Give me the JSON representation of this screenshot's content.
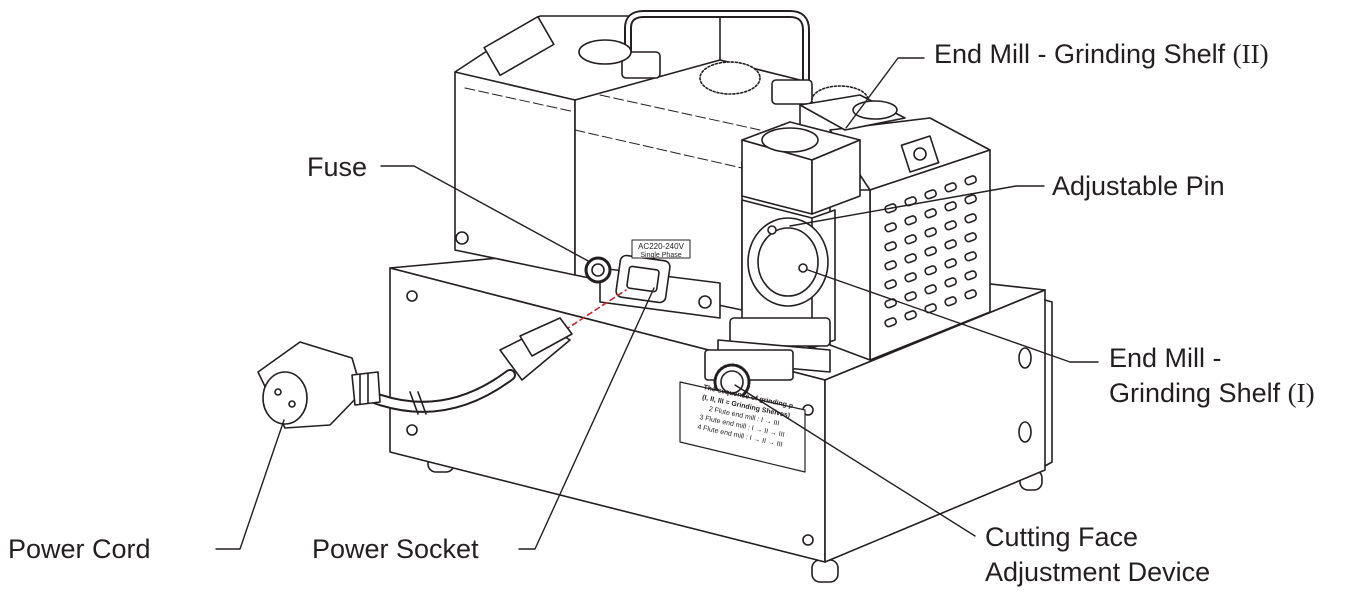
{
  "callouts": {
    "end_mill_ii": {
      "text": "End Mill - Grinding Shelf ",
      "numeral": "(II)"
    },
    "fuse": {
      "text": "Fuse"
    },
    "adjustable_pin": {
      "text": "Adjustable Pin"
    },
    "end_mill_i_line1": {
      "text": "End Mill -"
    },
    "end_mill_i_line2": {
      "text": "Grinding Shelf ",
      "numeral": "(I)"
    },
    "power_cord": {
      "text": "Power Cord"
    },
    "power_socket": {
      "text": "Power Socket"
    },
    "cutting_face_line1": {
      "text": "Cutting Face"
    },
    "cutting_face_line2": {
      "text": "Adjustment Device"
    }
  },
  "socket_plate": {
    "line1": "AC220-240V",
    "line2": "Single Phase"
  },
  "instruction_plate": {
    "line1": "The sequence of grinding p",
    "line2": "(I, II, III = Grinding Shelves)",
    "line3": "2 Flute end mill : I → III",
    "line4": "3 Flute end mill : I → II → III",
    "line5": "4 Flute end mill : I → II → III"
  },
  "colors": {
    "ink": "#231f20",
    "cord_dash": "#d2232a",
    "background": "#ffffff"
  }
}
